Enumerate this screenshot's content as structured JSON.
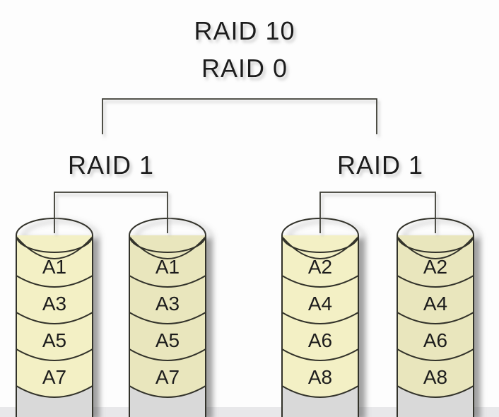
{
  "diagram": {
    "title": "RAID 10",
    "subtitle": "RAID 0",
    "groups": [
      {
        "label": "RAID 1",
        "disks": [
          {
            "blocks": [
              "A1",
              "A3",
              "A5",
              "A7"
            ]
          },
          {
            "blocks": [
              "A1",
              "A3",
              "A5",
              "A7"
            ]
          }
        ]
      },
      {
        "label": "RAID 1",
        "disks": [
          {
            "blocks": [
              "A2",
              "A4",
              "A6",
              "A8"
            ]
          },
          {
            "blocks": [
              "A2",
              "A4",
              "A6",
              "A8"
            ]
          }
        ]
      }
    ],
    "colors": {
      "background": "#fdfdfd",
      "disk_fill_primary": "#f3f0c5",
      "disk_fill_mirror": "#e9e6bd",
      "outline": "#33332a",
      "connector_line": "#3a3a32",
      "label_text": "#1f1f1f",
      "disk_base_gray": "#d9d9d9",
      "bottom_strip": "#e8e8ea"
    }
  }
}
